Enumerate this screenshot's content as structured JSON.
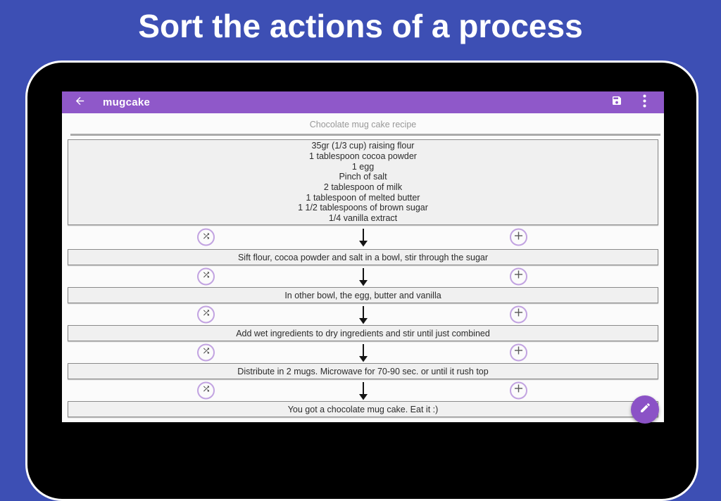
{
  "banner": {
    "title": "Sort the actions of a process"
  },
  "colors": {
    "background_blue": "#3D4FB4",
    "toolbar_purple": "#8F58C9",
    "fab_purple": "#8B52C6",
    "circle_border_purple": "#C2A3E1",
    "box_background": "#F0F0F0",
    "box_border": "#8a8a8a"
  },
  "app": {
    "toolbar": {
      "back_icon": "arrow-left-icon",
      "title": "mugcake",
      "save_icon": "floppy-disk-icon",
      "menu_icon": "overflow-menu-icon"
    },
    "recipe": {
      "header": "Chocolate mug cake recipe",
      "ingredients": [
        "35gr (1/3 cup) raising flour",
        "1 tablespoon cocoa powder",
        "1 egg",
        "Pinch of salt",
        "2 tablespoon of milk",
        "1 tablespoon of melted butter",
        "1 1/2 tablespoons of brown sugar",
        "1/4 vanilla extract"
      ],
      "steps": [
        "Sift flour, cocoa powder and salt in a bowl, stir through the sugar",
        "In other bowl, the egg, butter and vanilla",
        "Add wet ingredients to dry ingredients and stir until just combined",
        "Distribute in 2 mugs. Microwave for 70-90 sec. or until it rush top",
        "You got a chocolate mug cake. Eat it :)"
      ]
    },
    "controls": {
      "swap_icon": "shuffle-icon",
      "add_icon": "plus-icon",
      "flow_icon": "arrow-down-icon",
      "fab_icon": "pencil-icon"
    }
  }
}
